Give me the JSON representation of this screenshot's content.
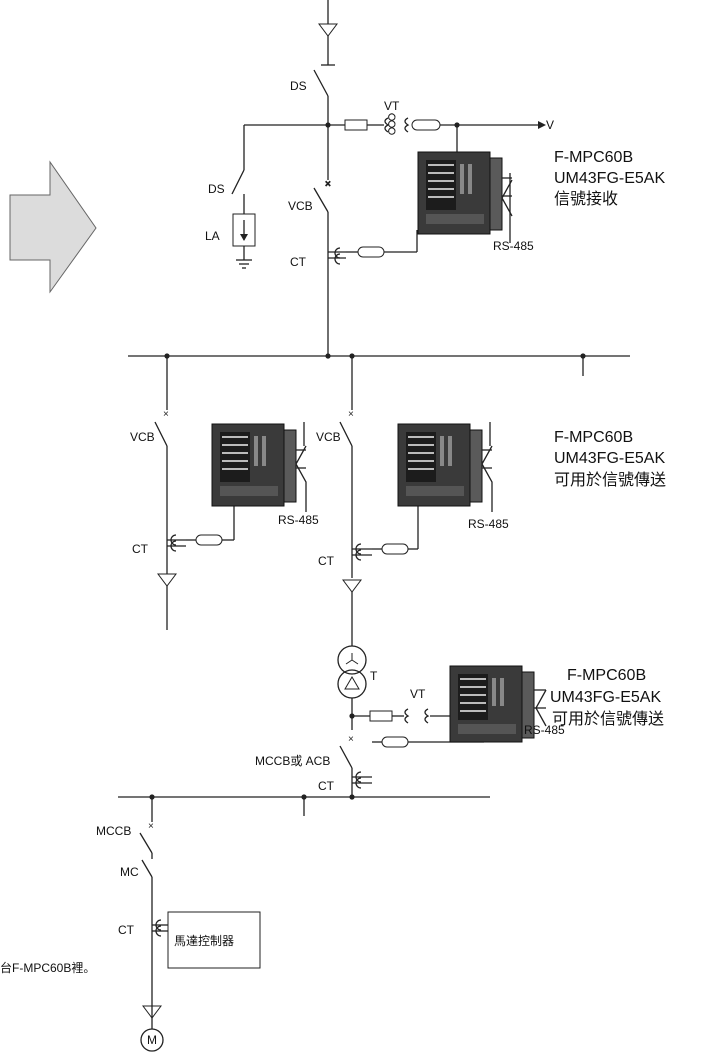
{
  "labels": {
    "ds_top": "DS",
    "vt_top": "VT",
    "v": "V",
    "ds_la": "DS",
    "la": "LA",
    "vcb_main": "VCB",
    "ct_main": "CT",
    "rs485_top": "RS-485",
    "vcb_left": "VCB",
    "ct_left": "CT",
    "rs485_left": "RS-485",
    "vcb_mid": "VCB",
    "ct_mid": "CT",
    "rs485_mid": "RS-485",
    "t": "T",
    "vt_low": "VT",
    "mccb_acb": "MCCB或 ACB",
    "ct_low": "CT",
    "rs485_low": "RS-485",
    "mccb": "MCCB",
    "mc": "MC",
    "ct_motor": "CT",
    "motor_controller": "馬達控制器",
    "motor": "M",
    "footnote": "台F-MPC60B裡。"
  },
  "notes": {
    "top": [
      "F-MPC60B",
      "UM43FG-E5AK",
      "信號接收"
    ],
    "middle": [
      "F-MPC60B",
      "UM43FG-E5AK",
      "可用於信號傳送"
    ],
    "lower": [
      "F-MPC60B",
      "UM43FG-E5AK",
      "可用於信號傳送"
    ]
  }
}
